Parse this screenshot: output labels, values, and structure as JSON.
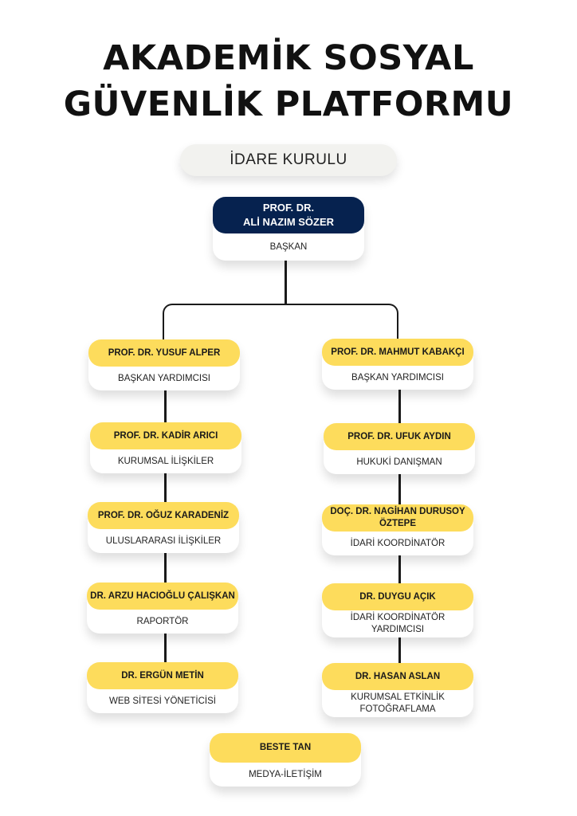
{
  "title_line1": "AKADEMİK SOSYAL",
  "title_line2": "GÜVENLİK PLATFORMU",
  "section_label": "İDARE KURULU",
  "president": {
    "name": "PROF. DR.\nALİ NAZIM SÖZER",
    "name_line1": "PROF. DR.",
    "name_line2": "ALİ NAZIM SÖZER",
    "role": "BAŞKAN"
  },
  "left_column": [
    {
      "name": "PROF. DR. YUSUF ALPER",
      "role": "BAŞKAN YARDIMCISI"
    },
    {
      "name": "PROF. DR. KADİR ARICI",
      "role": "KURUMSAL İLİŞKİLER"
    },
    {
      "name": "PROF. DR. OĞUZ KARADENİZ",
      "role": "ULUSLARARASI İLİŞKİLER"
    },
    {
      "name": "DR. ARZU HACIOĞLU ÇALIŞKAN",
      "role": "RAPORTÖR"
    },
    {
      "name": "DR. ERGÜN METİN",
      "role": "WEB SİTESİ YÖNETİCİSİ"
    }
  ],
  "right_column": [
    {
      "name": "PROF. DR. MAHMUT KABAKÇI",
      "role": "BAŞKAN YARDIMCISI"
    },
    {
      "name": "PROF. DR. UFUK AYDIN",
      "role": "HUKUKİ DANIŞMAN"
    },
    {
      "name": "DOÇ. DR. NAGİHAN DURUSOY ÖZTEPE",
      "role": "İDARİ KOORDİNATÖR"
    },
    {
      "name": "DR. DUYGU AÇIK",
      "role": "İDARİ KOORDİNATÖR YARDIMCISI"
    },
    {
      "name": "DR. HASAN ASLAN",
      "role": "KURUMSAL ETKİNLİK FOTOĞRAFLAMA"
    }
  ],
  "bottom": {
    "name": "BESTE TAN",
    "role": "MEDYA-İLETİŞİM"
  },
  "colors": {
    "navy": "#06224f",
    "yellow": "#fddc5c",
    "pill": "#f2f2ef"
  }
}
